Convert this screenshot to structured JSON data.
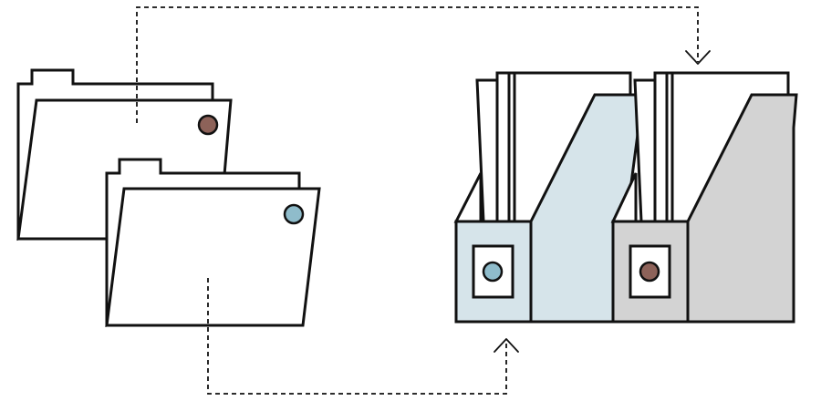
{
  "diagram": {
    "colors": {
      "outline": "#111111",
      "paper": "#ffffff",
      "dot_brown": "#8d6259",
      "dot_blue": "#8fbccb",
      "holder_blue": "#d6e4ea",
      "holder_gray": "#d3d3d3"
    },
    "nodes": [
      {
        "id": "folder-back",
        "kind": "folder",
        "dot_color": "brown"
      },
      {
        "id": "folder-front",
        "kind": "folder",
        "dot_color": "blue"
      },
      {
        "id": "holder-blue",
        "kind": "magazine-file-holder",
        "dot_color": "blue"
      },
      {
        "id": "holder-gray",
        "kind": "magazine-file-holder",
        "dot_color": "brown"
      }
    ],
    "edges": [
      {
        "from": "folder-back",
        "to": "holder-gray",
        "style": "dashed",
        "arrow": "open-chevron"
      },
      {
        "from": "folder-front",
        "to": "holder-blue",
        "style": "dashed",
        "arrow": "open-chevron"
      }
    ]
  }
}
